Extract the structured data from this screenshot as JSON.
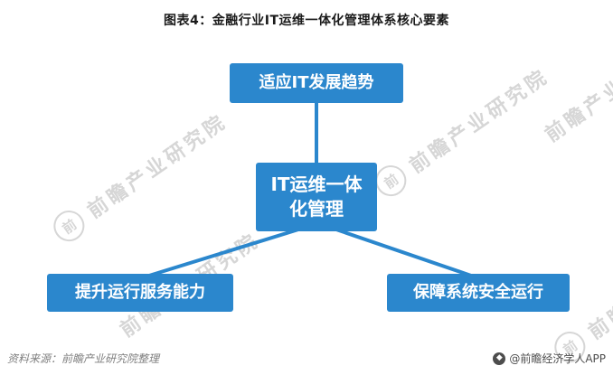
{
  "title": "图表4：金融行业IT运维一体化管理体系核心要素",
  "colors": {
    "accent": "#2b87cd",
    "watermark": "#d6d6d6"
  },
  "diagram": {
    "center": {
      "label": "IT运维一体化管理",
      "lines": [
        "IT运维一体",
        "化管理"
      ]
    },
    "top": {
      "label": "适应IT发展趋势"
    },
    "bottom_left": {
      "label": "提升运行服务能力"
    },
    "bottom_right": {
      "label": "保障系统安全运行"
    }
  },
  "watermark": {
    "text": "前瞻产业研究院",
    "logo_glyph": "前"
  },
  "footer": {
    "source": "资料来源：前瞻产业研究院整理",
    "credit": "@前瞻经济学人APP"
  }
}
